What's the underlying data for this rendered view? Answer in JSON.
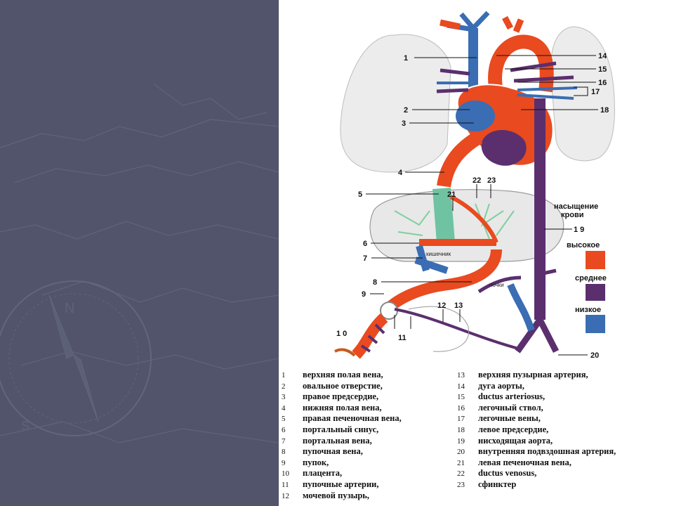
{
  "diagram": {
    "callouts": [
      "1",
      "2",
      "3",
      "4",
      "5",
      "6",
      "7",
      "8",
      "9",
      "1 0",
      "11",
      "12",
      "13",
      "14",
      "15",
      "16",
      "17",
      "18",
      "1 9",
      "20",
      "21",
      "22",
      "23"
    ],
    "saturation_title_line1": "насыщение",
    "saturation_title_line2": "крови",
    "levels": [
      {
        "label": "высокое",
        "color": "#e94a1f"
      },
      {
        "label": "среднее",
        "color": "#5b2f6e"
      },
      {
        "label": "низкое",
        "color": "#3a6db3"
      }
    ],
    "small_labels": {
      "liver_left": "кишечник",
      "kidney": "почки"
    }
  },
  "legend": [
    {
      "num": "1",
      "text": "верхняя полая вена,"
    },
    {
      "num": "2",
      "text": "овальное отверстие,"
    },
    {
      "num": "3",
      "text": "правое предсердие,"
    },
    {
      "num": "4",
      "text": "нижняя полая вена,"
    },
    {
      "num": "5",
      "text": "правая печеночная вена,"
    },
    {
      "num": "6",
      "text": "портальный синус,"
    },
    {
      "num": "7",
      "text": "портальная вена,"
    },
    {
      "num": "8",
      "text": "пупочная вена,"
    },
    {
      "num": "9",
      "text": "пупок,"
    },
    {
      "num": "10",
      "text": "плацента,"
    },
    {
      "num": "11",
      "text": "пупочные артерии,"
    },
    {
      "num": "12",
      "text": "мочевой пузырь,"
    },
    {
      "num": "13",
      "text": "верхняя пузырная артерия,"
    },
    {
      "num": "14",
      "text": "дуга аорты,"
    },
    {
      "num": "15",
      "text": "ductus arteriosus,"
    },
    {
      "num": "16",
      "text": "легочный ствол,"
    },
    {
      "num": "17",
      "text": "легочные вены,"
    },
    {
      "num": "18",
      "text": "левое предсердие,"
    },
    {
      "num": "19",
      "text": "нисходящая аорта,"
    },
    {
      "num": "20",
      "text": "внутренняя подвздошная артерия,"
    },
    {
      "num": "21",
      "text": "левая печеночная вена,"
    },
    {
      "num": "22",
      "text": "ductus venosus,"
    },
    {
      "num": "23",
      "text": "сфинктер"
    }
  ]
}
